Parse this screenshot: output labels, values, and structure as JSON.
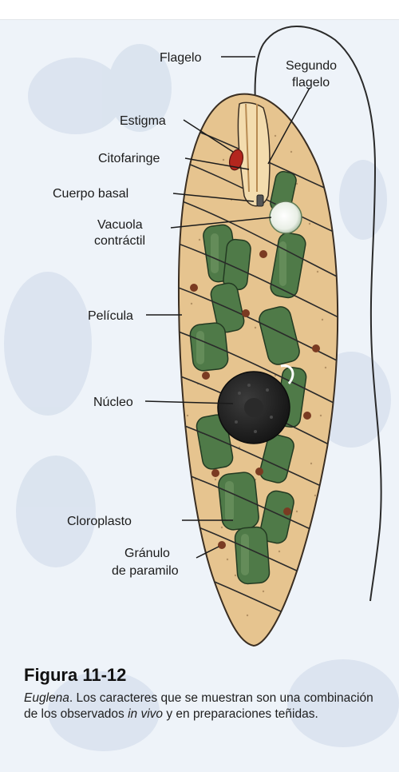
{
  "labels": {
    "flagelo": "Flagelo",
    "segundo_1": "Segundo",
    "segundo_2": "flagelo",
    "estigma": "Estigma",
    "citofaringe": "Citofaringe",
    "cuerpo_basal": "Cuerpo basal",
    "vacuola_1": "Vacuola",
    "vacuola_2": "contráctil",
    "pelicula": "Película",
    "nucleo": "Núcleo",
    "cloroplasto": "Cloroplasto",
    "granulo_1": "Gránulo",
    "granulo_2": "de paramilo"
  },
  "caption": {
    "figure": "Figura 11-12",
    "genus": "Euglena",
    "text_1": ". Los caracteres que se muestran son una combinación de los observados ",
    "in_vivo": "in vivo",
    "text_2": " y en preparaciones teñidas."
  },
  "colors": {
    "cell_body": "#e6c48f",
    "chloroplast": "#4f7a48",
    "nucleus": "#1e1e1e",
    "stigma": "#b3261e",
    "paramylon": "#7a3b22",
    "background_watermark": "#cfdaea"
  }
}
